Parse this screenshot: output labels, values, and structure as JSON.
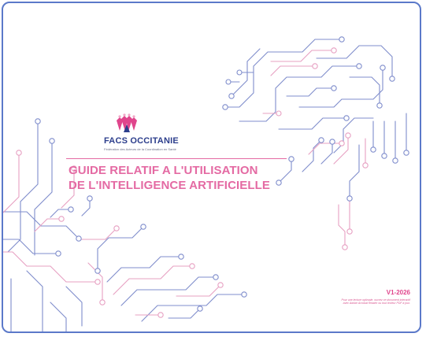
{
  "organization": {
    "name": "FACS OCCITANIE",
    "tagline": "Fédération des Acteurs de la Coordination en Santé"
  },
  "document": {
    "title_line1": "GUIDE RELATIF A L'UTILISATION",
    "title_line2": "DE L'INTELLIGENCE ARTIFICIELLE",
    "version": "V1-2026",
    "reading_note": "Pour une lecture optimale, ouvrez ce document interactif avec Adobe Acrobat Reader ou tout lecteur PDF à jour."
  },
  "colors": {
    "frame": "#5b79c9",
    "title": "#e46aa3",
    "version": "#e0458c",
    "brand_navy": "#2c3e8c",
    "circuit_blue": "#7f8dcc",
    "circuit_pink": "#e7a0c2",
    "logo_pink": "#e0458c"
  },
  "icons": {
    "logo": "facs-hands-logo",
    "art": "circuit-brain-illustration"
  }
}
